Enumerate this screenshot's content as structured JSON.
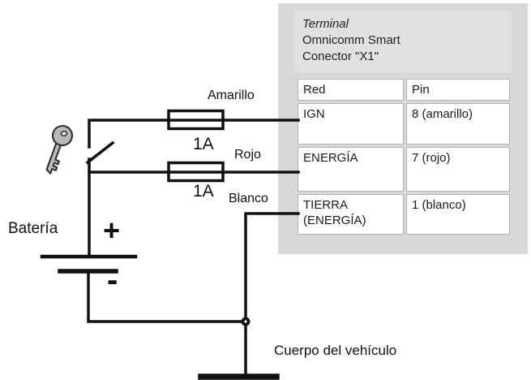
{
  "panel": {
    "header": {
      "line1": "Terminal",
      "line2": "Omnicomm Smart",
      "line3": "Conector \"X1\""
    },
    "table": {
      "columns": [
        "Red",
        "Pin"
      ],
      "rows": [
        {
          "red": "IGN",
          "pin": "8 (amarillo)"
        },
        {
          "red": "ENERGÍA",
          "pin": "7 (rojo)"
        },
        {
          "red": "TIERRA (ENERGÍA)",
          "pin": "1 (blanco)"
        }
      ]
    }
  },
  "diagram": {
    "wire_labels": {
      "ign_wire": "Amarillo",
      "power_wire": "Rojo",
      "ground_wire": "Blanco"
    },
    "fuse_ratings": {
      "fuse1": "1A",
      "fuse2": "1A"
    },
    "battery": {
      "label": "Batería",
      "plus": "+",
      "minus": "-"
    },
    "ground_label": "Cuerpo del vehículo",
    "icons": {
      "key": "ignition-key-icon"
    }
  },
  "colors": {
    "panel_bg": "#d8d8d8",
    "panel_header_bg": "#e1e1e1",
    "cell_bg": "#ffffff",
    "cell_border": "#b3b3b3",
    "wire": "#111111",
    "key_fill": "#b9b9b9",
    "key_outline": "#2b2b2b"
  }
}
